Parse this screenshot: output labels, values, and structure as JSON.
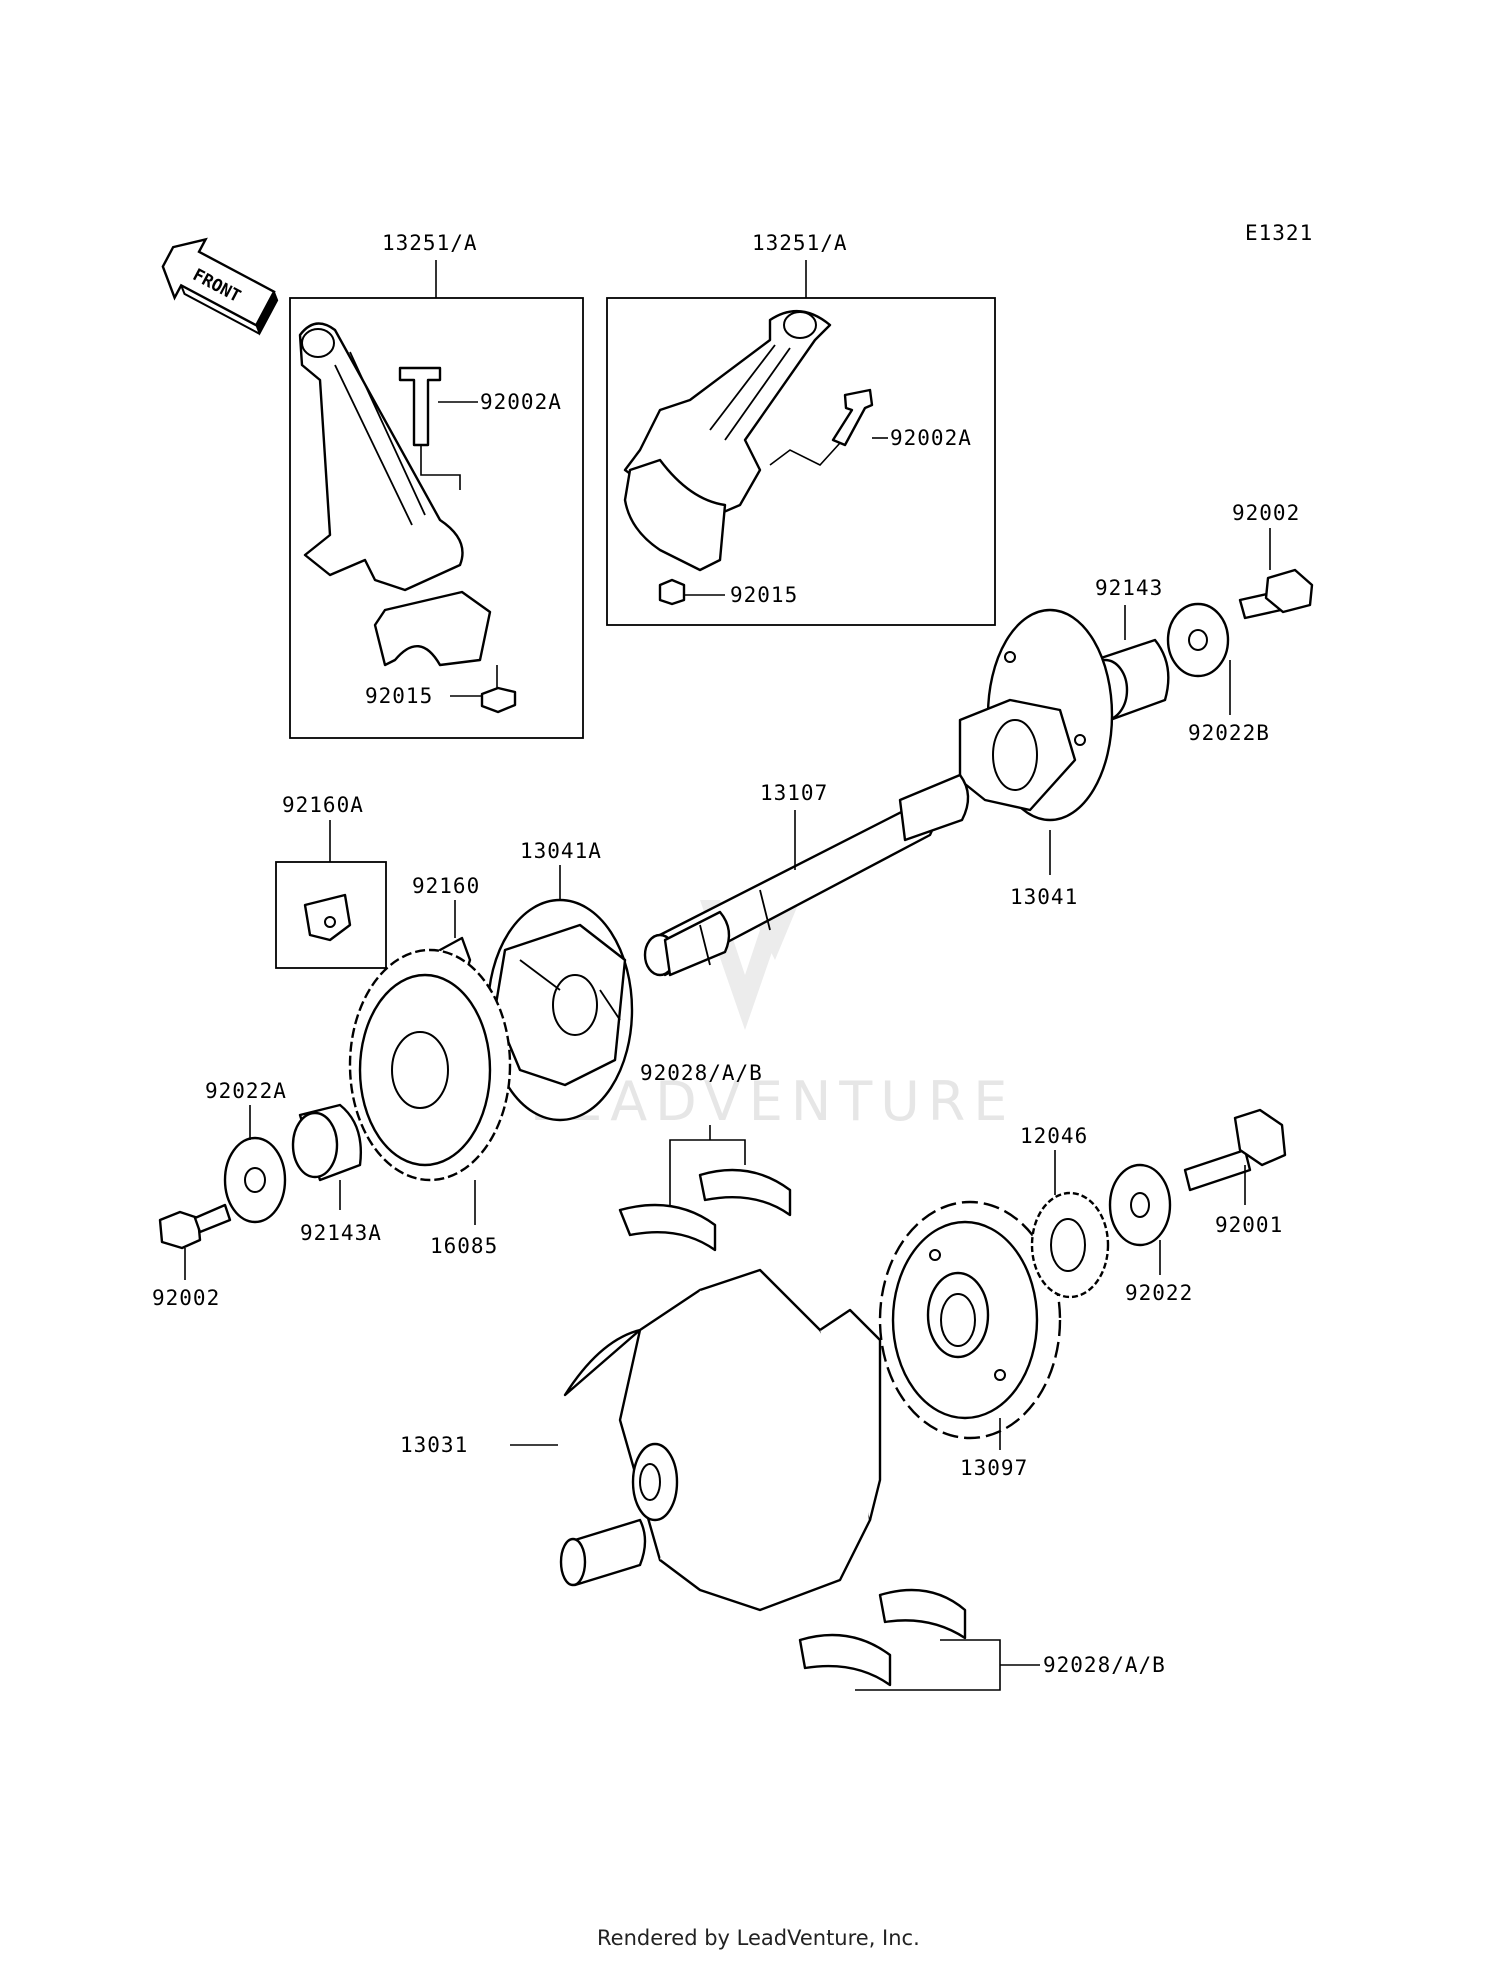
{
  "diagram_code": "E1321",
  "front_label": "FRONT",
  "watermark": "LEADVENTURE",
  "footer": "Rendered by LeadVenture, Inc.",
  "parts": {
    "rod_set_left": "13251/A",
    "rod_set_right": "13251/A",
    "rod_bolt_left": "92002A",
    "rod_bolt_right": "92002A",
    "rod_nut_left": "92015",
    "rod_nut_right": "92015",
    "bolt_top_right": "92002",
    "collar_top": "92143",
    "washer_top": "92022B",
    "shaft": "13107",
    "flange_right": "13041",
    "key_box": "92160A",
    "key": "92160",
    "flange_left": "13041A",
    "washer_left": "92022A",
    "collar_left": "92143A",
    "sprocket_left": "16085",
    "bolt_left": "92002",
    "bearing_upper": "92028/A/B",
    "gear_small": "12046",
    "washer_right": "92022",
    "bolt_right": "92001",
    "crankshaft": "13031",
    "gear_large": "13097",
    "bearing_lower": "92028/A/B"
  }
}
